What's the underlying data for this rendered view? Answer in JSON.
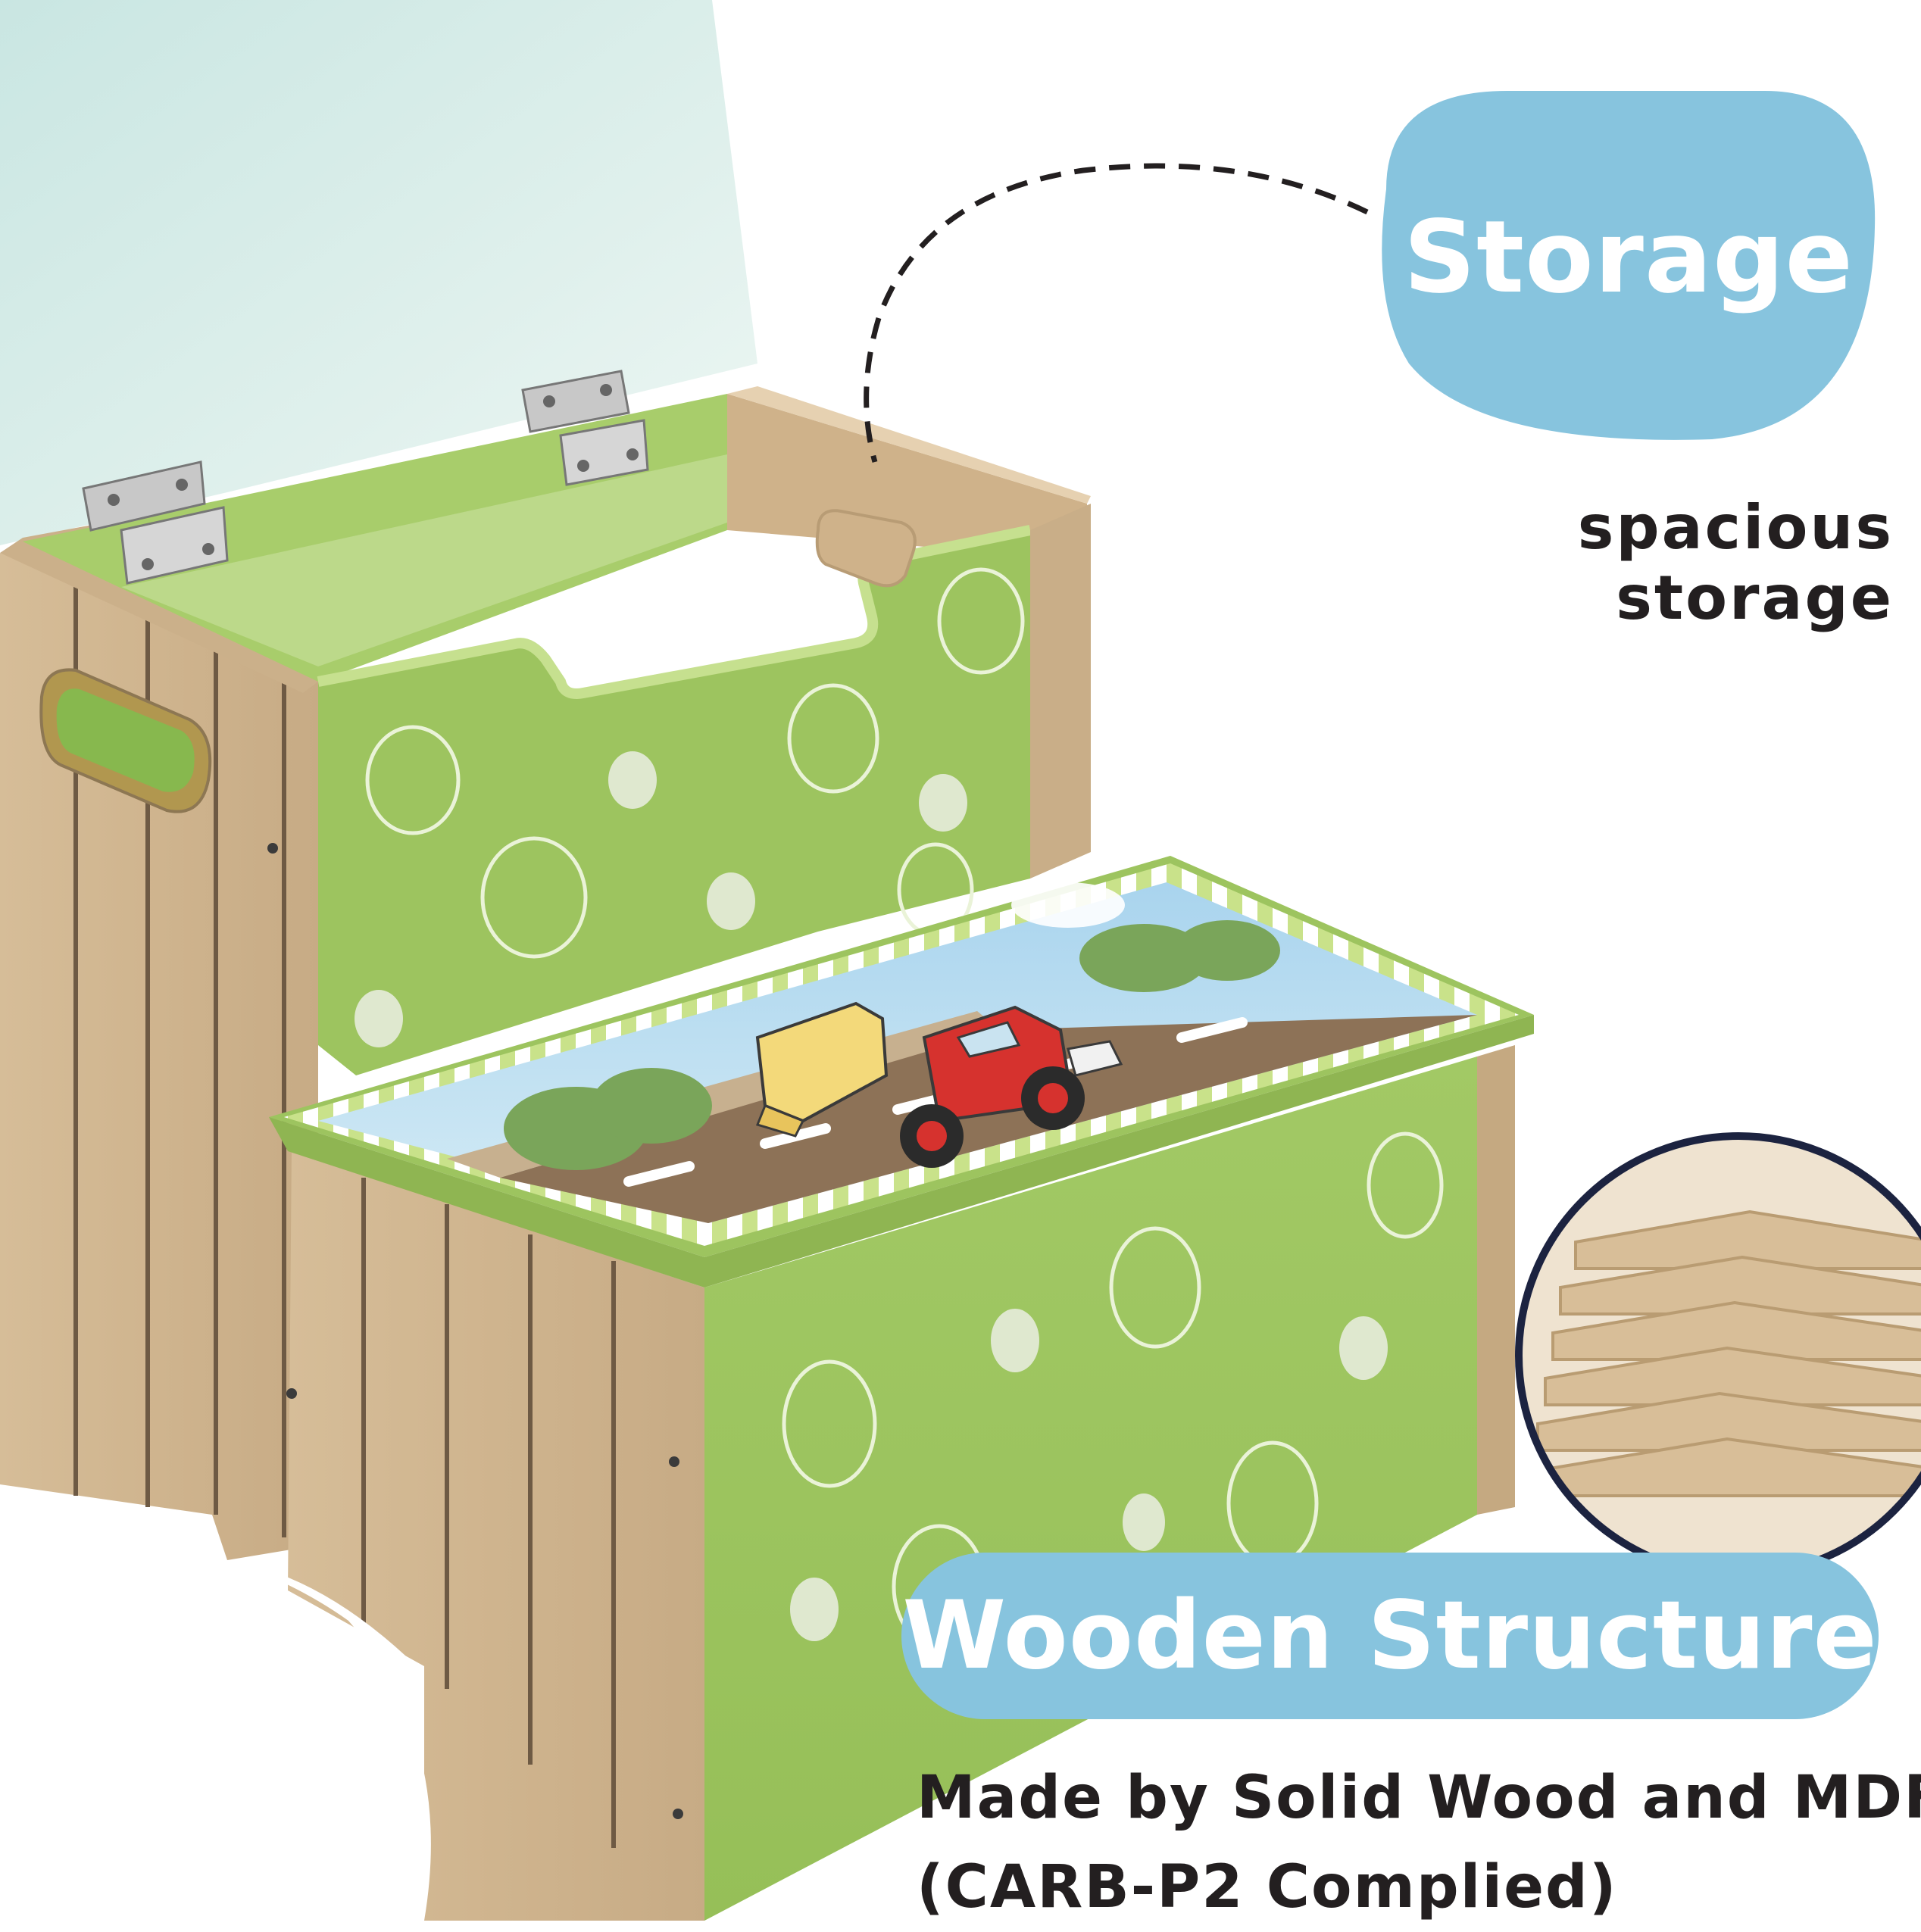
{
  "storage": {
    "badge": "Storage",
    "caption": "spacious storage"
  },
  "structure": {
    "badge": "Wooden Structure",
    "line1": "Made by Solid Wood and MDF",
    "line2": "(CARB-P2 Complied)"
  },
  "icons": [
    "product-photo",
    "mdf-board-stack-icon",
    "dashed-connector-line"
  ],
  "colors": {
    "badge_blue": "#87c4de",
    "text_dark": "#231f20",
    "green_paint": "#9dc45f",
    "natural_wood": "#d2b48c",
    "lid_mint": "#d6ece8"
  }
}
